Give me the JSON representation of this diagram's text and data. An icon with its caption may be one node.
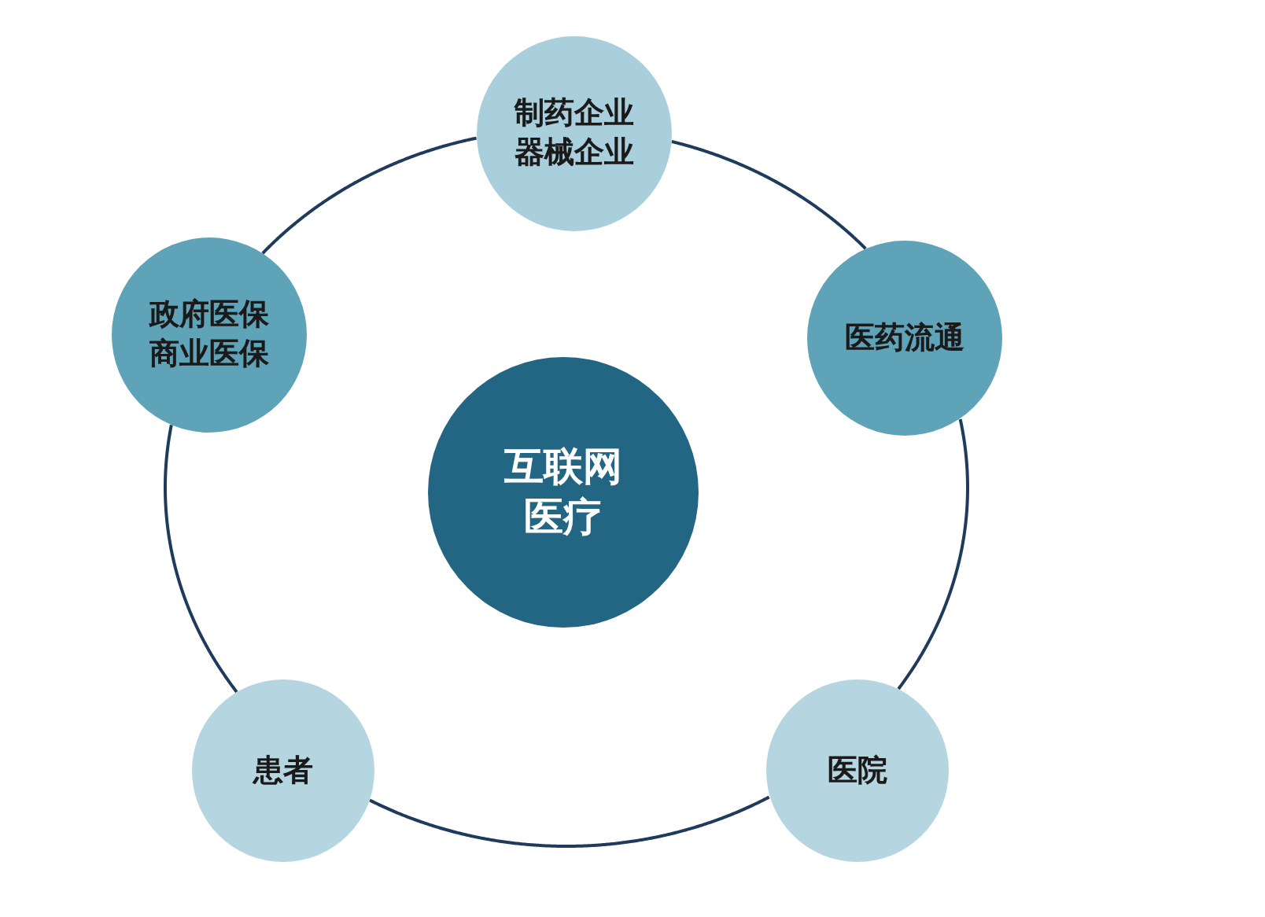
{
  "diagram": {
    "nodes": [
      {
        "text": [
          "制药企业器械企业"
        ]
      },
      {
        "text": [
          "政府医保商业医保"
        ]
      },
      {
        "text": [
          "医药流通"
        ]
      },
      {
        "text": [
          "互联网医疗"
        ]
      },
      {
        "text": [
          "患者"
        ]
      },
      {
        "text": [
          "医院"
        ]
      }
    ],
    "edges": [
      {
        "from": 0,
        "to": 2,
        "arrow": "none"
      },
      {
        "from": 2,
        "to": 5,
        "arrow": "none"
      },
      {
        "from": 5,
        "to": 4,
        "arrow": "none"
      },
      {
        "from": 4,
        "to": 1,
        "arrow": "none"
      },
      {
        "from": 1,
        "to": 0,
        "arrow": "none"
      }
    ]
  }
}
